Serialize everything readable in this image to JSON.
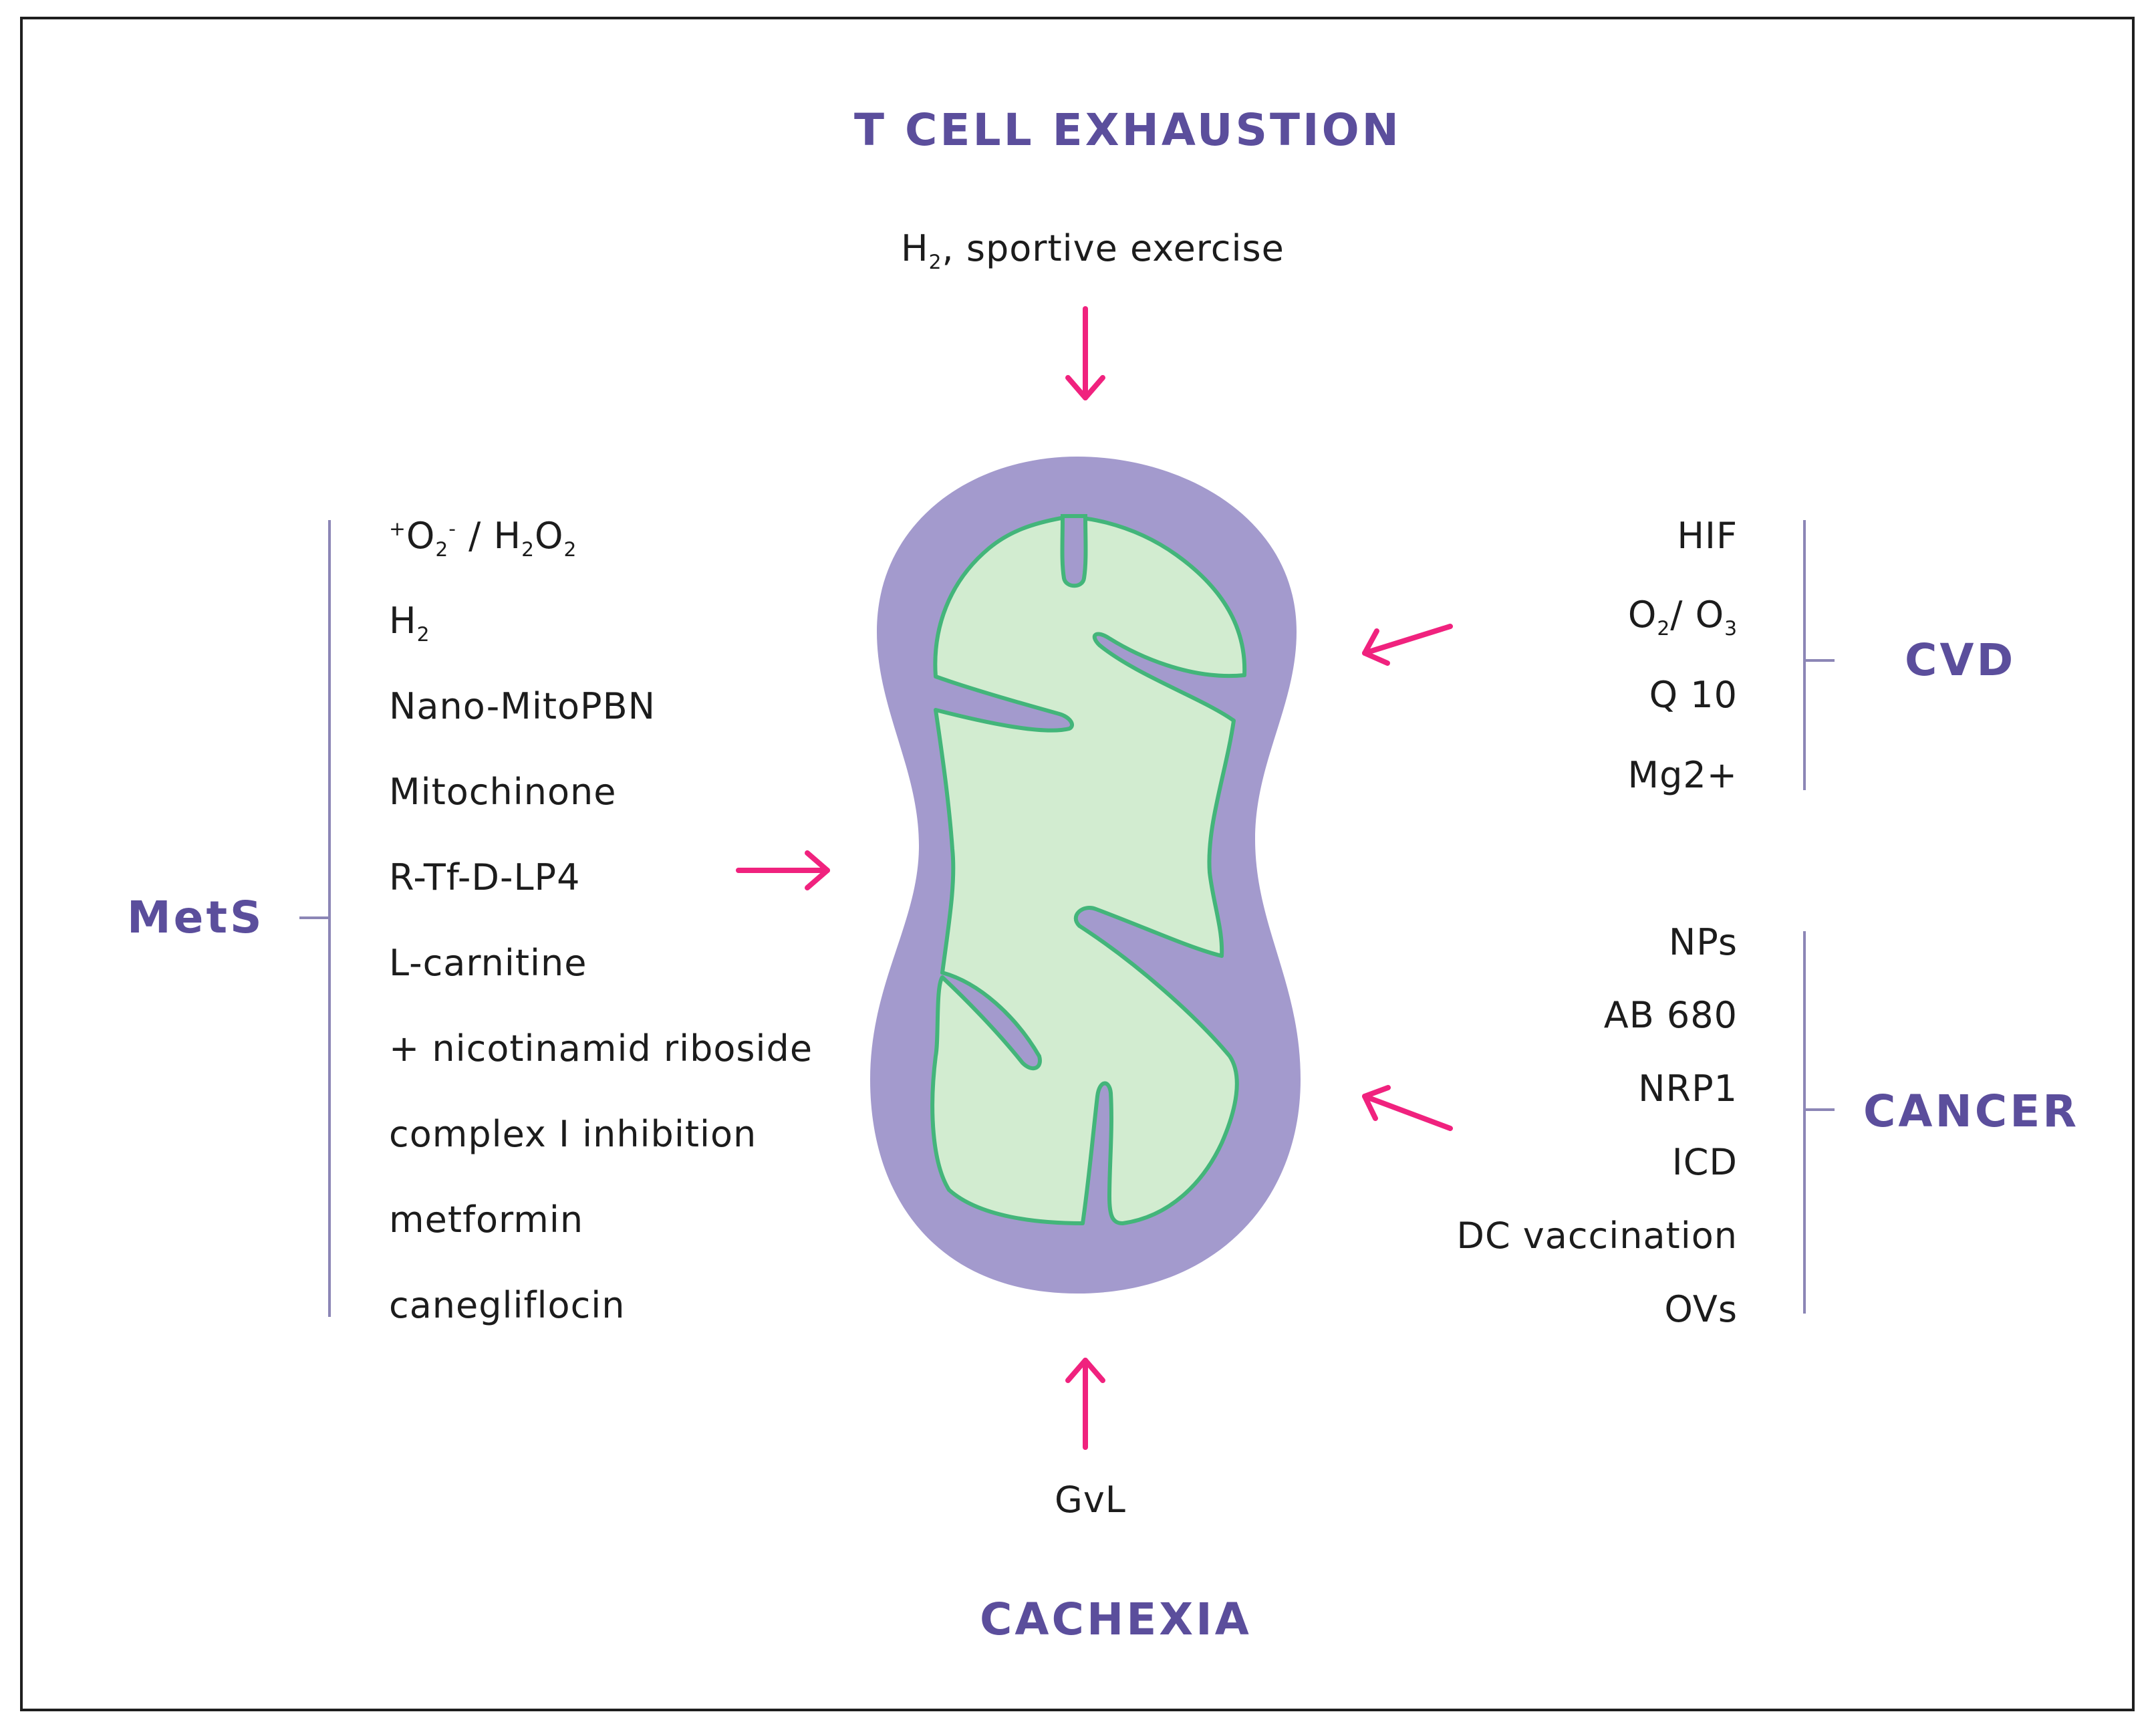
{
  "headings": {
    "top": "T CELL EXHAUSTION",
    "bottom": "CACHEXIA",
    "left": "MetS",
    "right_upper": "CVD",
    "right_lower": "CANCER"
  },
  "top_label": {
    "base": "H",
    "sub": "2",
    "rest": ", sportive exercise"
  },
  "bottom_label": "GvL",
  "left_list": {
    "item0": {
      "sup1": "+",
      "a": "O",
      "sub1": "2",
      "sup2": "-",
      "b": " / H",
      "sub2": "2",
      "c": "O",
      "sub3": "2"
    },
    "item1": {
      "base": "H",
      "sub": "2"
    },
    "items": [
      "Nano-MitoPBN",
      "Mitochinone",
      "R-Tf-D-LP4",
      "L-carnitine",
      "+ nicotinamid riboside",
      "complex I inhibition",
      "metformin",
      "canegliflocin"
    ]
  },
  "cvd_list": {
    "item0": "HIF",
    "item1": {
      "a": "O",
      "sub1": "2",
      "b": "/ O",
      "sub2": "3"
    },
    "item2": "Q 10",
    "item3": "Mg2+"
  },
  "cancer_list": [
    "NPs",
    "AB 680",
    "NRP1",
    "ICD",
    "DC vaccination",
    "OVs"
  ],
  "colors": {
    "heading": "#5b4e9c",
    "arrow": "#f0227e",
    "outer_membrane": "#a39acd",
    "matrix": "#d2ecd0",
    "inner_membrane_edge": "#43b57a",
    "bracket": "#8c86b6",
    "frame": "#1f1f1f"
  }
}
